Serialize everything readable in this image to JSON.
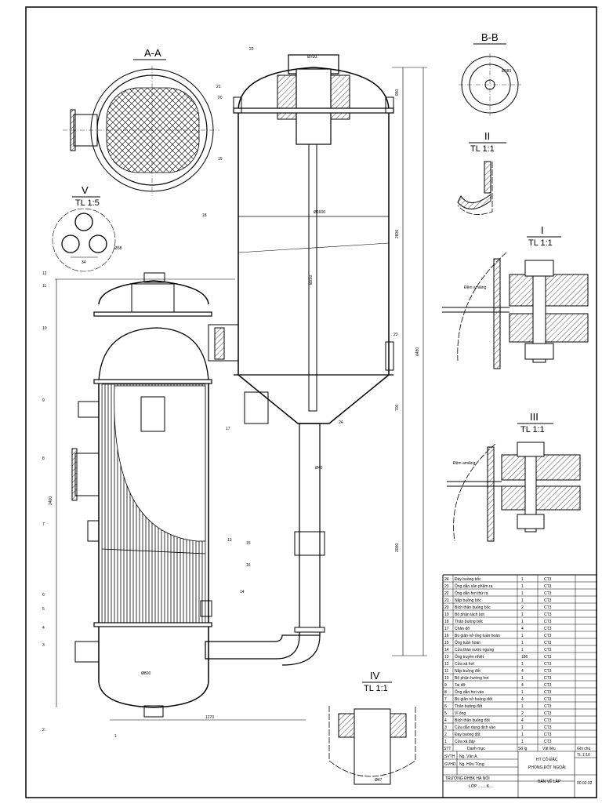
{
  "views": {
    "section_aa": "A-A",
    "section_bb": "B-B",
    "detail_v": "V",
    "detail_ii": "II",
    "detail_i": "I",
    "detail_iii": "III",
    "detail_iv": "IV",
    "scale_v": "TL 1:5",
    "scale_ii": "TL 1:1",
    "scale_i": "TL 1:1",
    "scale_iii": "TL 1:1",
    "scale_iv": "TL 1:1",
    "gasket_label_i": "Đệm amiăng",
    "gasket_label_iii": "Đệm amiăng"
  },
  "parts_list": {
    "headers": [
      "STT",
      "Danh mục",
      "Số lg",
      "Vật liệu",
      "Ghi chú"
    ],
    "rows": [
      {
        "no": "24",
        "name": "Đáy buồng bốc",
        "qty": "1",
        "mat": "CT3"
      },
      {
        "no": "23",
        "name": "Ống dẫn sản phẩm ra",
        "qty": "1",
        "mat": "CT3"
      },
      {
        "no": "22",
        "name": "Ống dẫn hơi thứ ra",
        "qty": "1",
        "mat": "CT3"
      },
      {
        "no": "21",
        "name": "Nắp buồng bốc",
        "qty": "1",
        "mat": "CT3"
      },
      {
        "no": "20",
        "name": "Bích thân buồng bốc",
        "qty": "2",
        "mat": "CT3"
      },
      {
        "no": "19",
        "name": "Bộ phận tách bọt",
        "qty": "1",
        "mat": "CT3"
      },
      {
        "no": "18",
        "name": "Thân buồng bốc",
        "qty": "1",
        "mat": "CT3"
      },
      {
        "no": "17",
        "name": "Chân đỡ",
        "qty": "4",
        "mat": "CT3"
      },
      {
        "no": "16",
        "name": "Bù giãn nở ống tuần hoàn",
        "qty": "1",
        "mat": "CT3"
      },
      {
        "no": "15",
        "name": "Ống tuần hoàn",
        "qty": "1",
        "mat": "CT3"
      },
      {
        "no": "14",
        "name": "Cửa tháo nước ngưng",
        "qty": "1",
        "mat": "CT3"
      },
      {
        "no": "13",
        "name": "Ống truyền nhiệt",
        "qty": "186",
        "mat": "CT3"
      },
      {
        "no": "12",
        "name": "Cửa xả hơi",
        "qty": "1",
        "mat": "CT3"
      },
      {
        "no": "11",
        "name": "Nắp buồng đốt",
        "qty": "4",
        "mat": "CT3"
      },
      {
        "no": "10",
        "name": "Bộ phận hướng hơi",
        "qty": "1",
        "mat": "CT3"
      },
      {
        "no": "9",
        "name": "Tai đỡ",
        "qty": "4",
        "mat": "CT3"
      },
      {
        "no": "8",
        "name": "Ống dẫn hơi vào",
        "qty": "1",
        "mat": "CT3"
      },
      {
        "no": "7",
        "name": "Bù giãn nở buồng đốt",
        "qty": "4",
        "mat": "CT3"
      },
      {
        "no": "6",
        "name": "Thân buồng đốt",
        "qty": "1",
        "mat": "CT3"
      },
      {
        "no": "5",
        "name": "Vỉ ống",
        "qty": "2",
        "mat": "CT3"
      },
      {
        "no": "4",
        "name": "Bích thân buồng đốt",
        "qty": "4",
        "mat": "CT3"
      },
      {
        "no": "3",
        "name": "Cửa dẫn dung dịch vào",
        "qty": "1",
        "mat": "CT3"
      },
      {
        "no": "2",
        "name": "Đáy buồng đốt",
        "qty": "1",
        "mat": "CT3"
      },
      {
        "no": "1",
        "name": "Cửa xả đáy",
        "qty": "1",
        "mat": "CT3"
      }
    ]
  },
  "title_block": {
    "designer_role": "SVTH",
    "designer_name": "Ng. Văn A.",
    "advisor_role": "GVHD",
    "advisor_name": "Ng. Hữu Tùng",
    "title_line1": "HT CÔ ĐẶC",
    "title_line2": "PHÒNG ĐỐT NGOÀI",
    "school": "TRƯỜNG ĐHBK HÀ NỘI",
    "class": "LỚP ........K....",
    "drawing_type": "BẢN VẼ LẮP",
    "scale": "TL 1:10",
    "sheet_no": "00.02.02"
  },
  "dimensions": {
    "d_evap_top": "Ø700",
    "d_evap_body": "Ø1600",
    "len_sep_pipe": "Ø250",
    "h_top": "950",
    "h_evap": "2800",
    "h_total": "6480",
    "h_cone": "700",
    "h_lower": "2000",
    "d_bb": "Ø380",
    "d_burn": "Ø800",
    "h_burn": "2400",
    "d_pipe": "Ø40",
    "bottom_len": "1270",
    "d_v": "Ø38",
    "pitch_v": "34",
    "d_iv": "Ø47"
  },
  "leaders": [
    "1",
    "2",
    "3",
    "4",
    "5",
    "6",
    "7",
    "8",
    "9",
    "10",
    "11",
    "12",
    "13",
    "14",
    "15",
    "16",
    "17",
    "18",
    "19",
    "20",
    "21",
    "22",
    "23",
    "24"
  ]
}
